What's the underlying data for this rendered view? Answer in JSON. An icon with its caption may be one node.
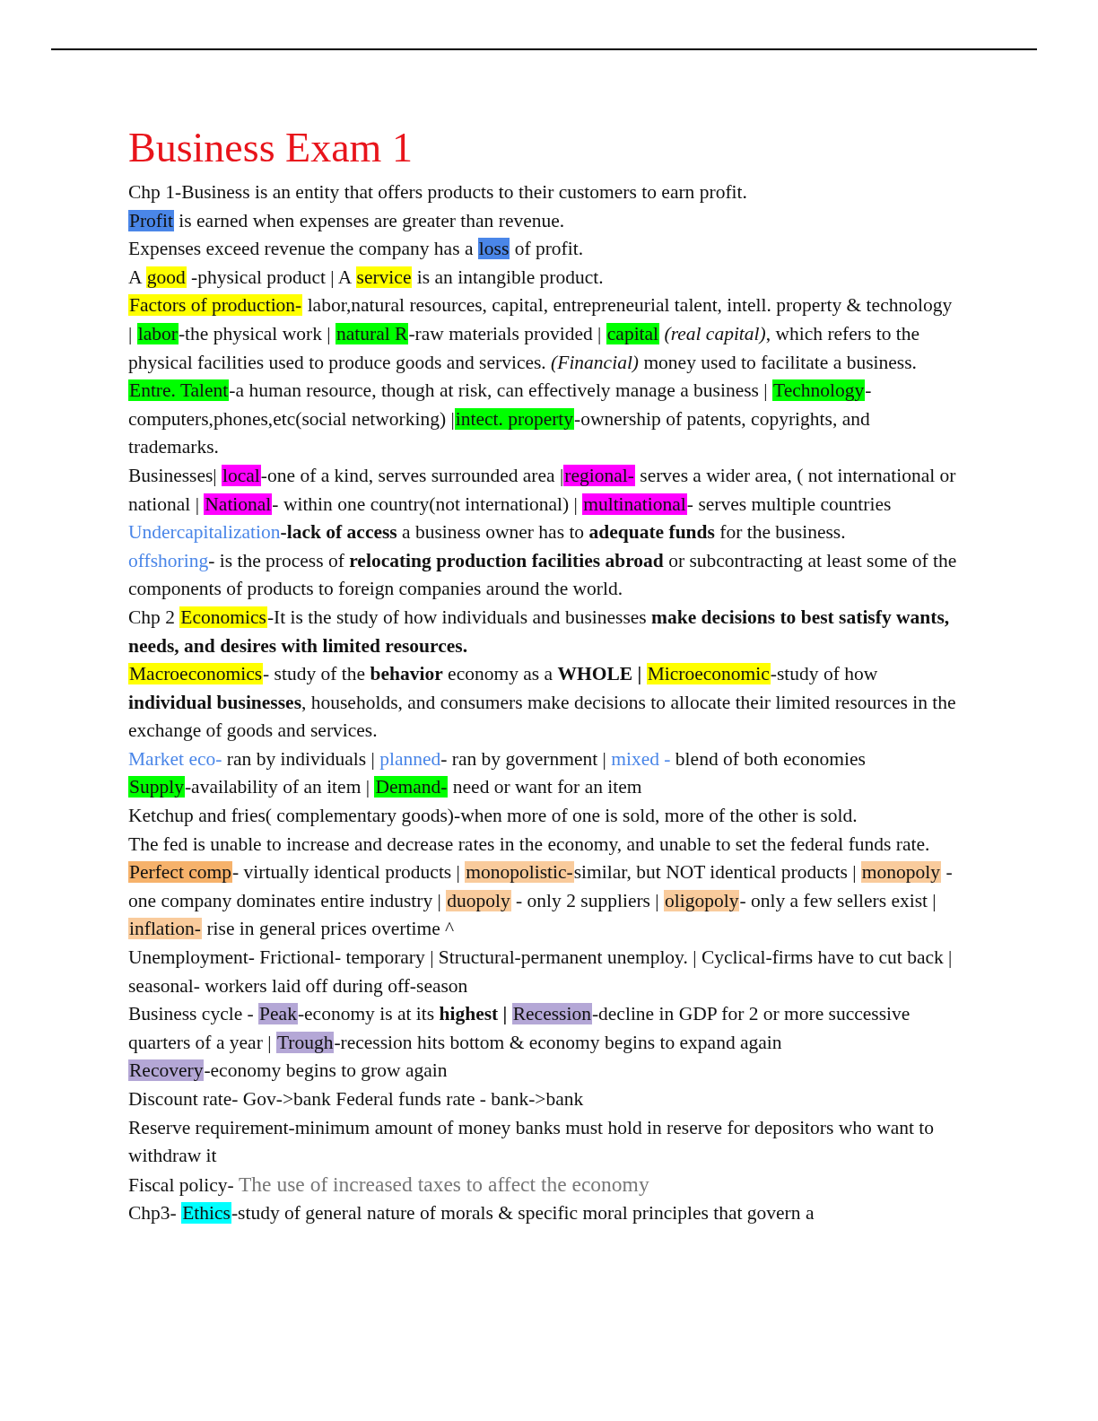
{
  "diagram": {
    "title": "Business Exam 1",
    "labels": [
      "Chp 1-Business is an entity that offers products to their customers to earn profit.",
      "Profit",
      "is earned when expenses are greater than revenue.",
      "Expenses exceed revenue the company has a",
      "loss",
      "of profit.",
      "A",
      "good",
      "-physical product | A",
      "service",
      "is an intangible product.",
      "Factors of production-",
      "labor,natural resources, capital, entrepreneurial talent, intell. property & technology |",
      "labor",
      "-the physical work |",
      "natural R",
      "-raw materials provided |",
      "capital",
      "*(real capital)*, which refers to the physical facilities used to produce goods and services. *(Financial)* money used to facilitate a business.",
      "Entre. Talent",
      "-a human resource, though at risk, can effectively manage a business |",
      "Technology",
      "-computers,phones,etc(social networking) |",
      "intect. property",
      "-ownership of patents, copyrights, and trademarks.",
      "Businesses|",
      "local",
      "-one of a kind, serves surrounded area |",
      "regional-",
      "serves a wider area, ( not international or national |",
      "National",
      "- within one country(not international) |",
      "multinational",
      "- serves multiple countries",
      "Undercapitalization",
      "**-lack of access** a business owner has to **adequate funds** for the business.",
      "offshoring",
      "- is the process of **relocating production facilities abroad** or subcontracting at least some of the components of products to foreign companies around the world.",
      "Chp 2",
      "Economics",
      "-It is the study of how individuals and businesses **make decisions to best satisfy wants, needs, and desires with limited resources.**",
      "Macroeconomics",
      "- study of the **behavior** economy as a **WHOLE |**",
      "Microeconomic",
      "-study of how **individual businesses**, households, and consumers make decisions to allocate their limited resources in the exchange of goods and services.",
      "Market eco-",
      "ran by individuals |",
      "planned",
      "- ran by government |",
      "mixed -",
      "blend of both economies",
      "Supply",
      "-availability of an item |",
      "Demand-",
      "need or want for an item",
      "Ketchup and fries( complementary goods)-when more of one is sold, more of the other is sold.",
      "The fed is unable to increase and decrease rates in the economy, and unable to set the federal funds rate.",
      "Perfect comp",
      "- virtually identical products |",
      "monopolistic-",
      "similar, but NOT identical products |",
      "monopoly",
      "- one company dominates entire industry |",
      "duopoly",
      "- only 2 suppliers |",
      "oligopoly",
      "- only a few sellers exist |",
      "inflation-",
      "rise in general prices overtime ^",
      "Unemployment- Frictional- temporary | Structural-permanent unemploy. | Cyclical-firms have to cut back | seasonal- workers laid off during off-season",
      "Business cycle -",
      "Peak",
      "-economy is at its **highest |**",
      "Recession",
      "-decline in GDP for 2 or more successive quarters of a year |",
      "Trough",
      "-recession hits bottom & economy begins to expand again",
      "Recovery",
      "-economy begins to grow again",
      "Discount rate- Gov->bank Federal funds rate - bank->bank",
      "Reserve requirement-minimum amount of money banks must hold in reserve for depositors who want to withdraw it",
      "Fiscal policy-",
      "The use of increased taxes to affect the economy",
      "Chp3-",
      "Ethics",
      "-study of general nature of morals & specific moral principles that govern a"
    ]
  }
}
